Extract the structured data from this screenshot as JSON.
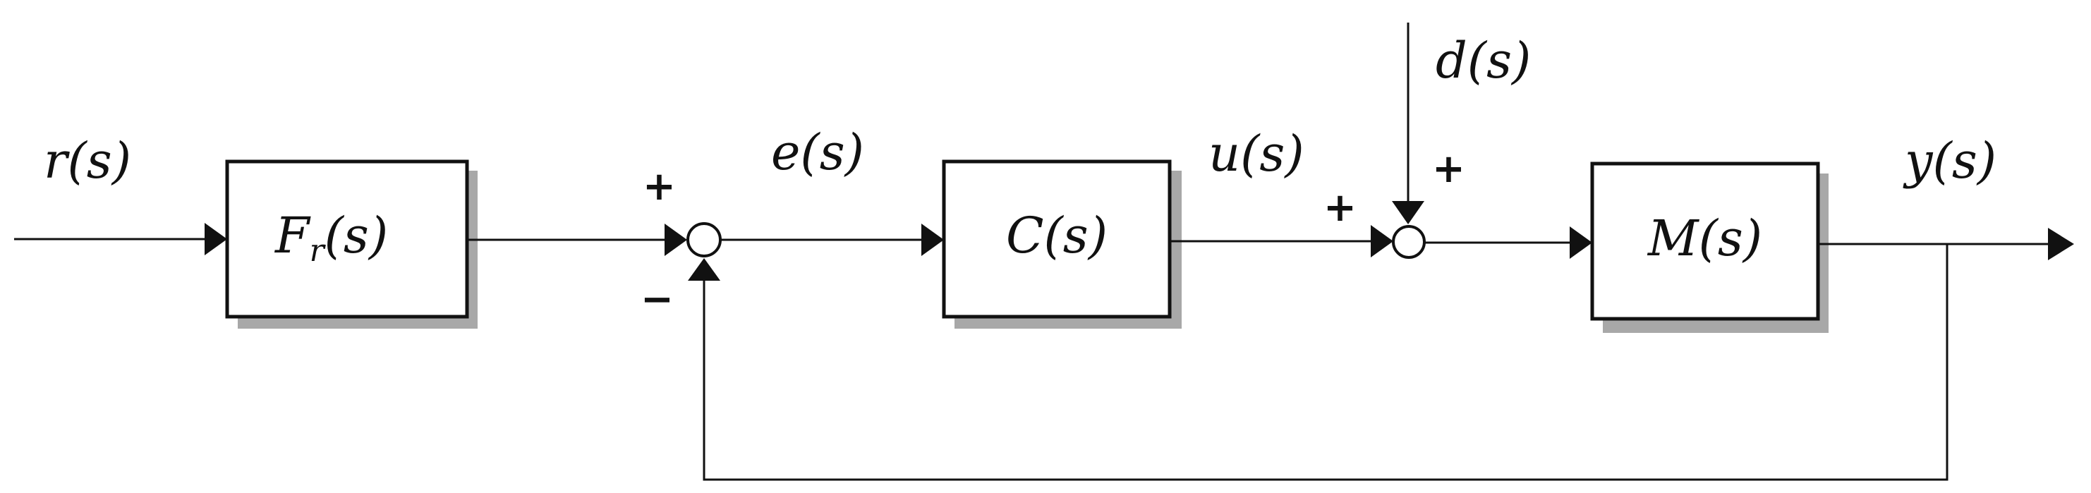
{
  "signals": {
    "r": "r(s)",
    "e": "e(s)",
    "u": "u(s)",
    "d": "d(s)",
    "y": "y(s)"
  },
  "blocks": {
    "prefilter": {
      "main": "F",
      "sub": "r",
      "arg": "(s)"
    },
    "controller": "C(s)",
    "plant": "M(s)"
  },
  "signs": {
    "sum1_reference": "+",
    "sum1_feedback": "−",
    "sum2_control": "+",
    "sum2_disturbance": "+"
  }
}
